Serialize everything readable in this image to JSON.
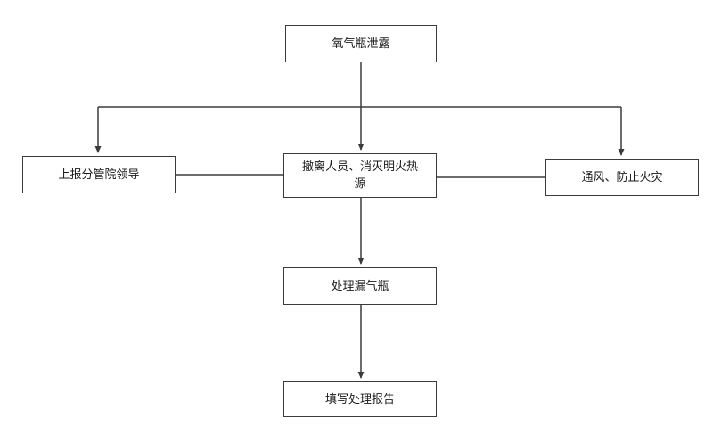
{
  "page": {
    "background_color": "#ffffff",
    "line_color": "#3b3b3b",
    "text_color": "#1a1a1a"
  },
  "diagram": {
    "type": "flowchart",
    "nodes": {
      "leak": {
        "label": "氧气瓶泄露"
      },
      "report": {
        "label": "上报分管院领导"
      },
      "evacuate": {
        "label": "撤离人员、消灭明火热源"
      },
      "ventilate": {
        "label": "通风、防止火灾"
      },
      "handle": {
        "label": "处理漏气瓶"
      },
      "fill_report": {
        "label": "填写处理报告"
      }
    },
    "edges": [
      {
        "from": "leak",
        "to": "report",
        "style": "arrow"
      },
      {
        "from": "leak",
        "to": "evacuate",
        "style": "arrow"
      },
      {
        "from": "leak",
        "to": "ventilate",
        "style": "arrow"
      },
      {
        "from": "report",
        "to": "evacuate",
        "style": "plain"
      },
      {
        "from": "evacuate",
        "to": "ventilate",
        "style": "plain"
      },
      {
        "from": "evacuate",
        "to": "handle",
        "style": "arrow"
      },
      {
        "from": "handle",
        "to": "fill_report",
        "style": "arrow"
      }
    ]
  }
}
